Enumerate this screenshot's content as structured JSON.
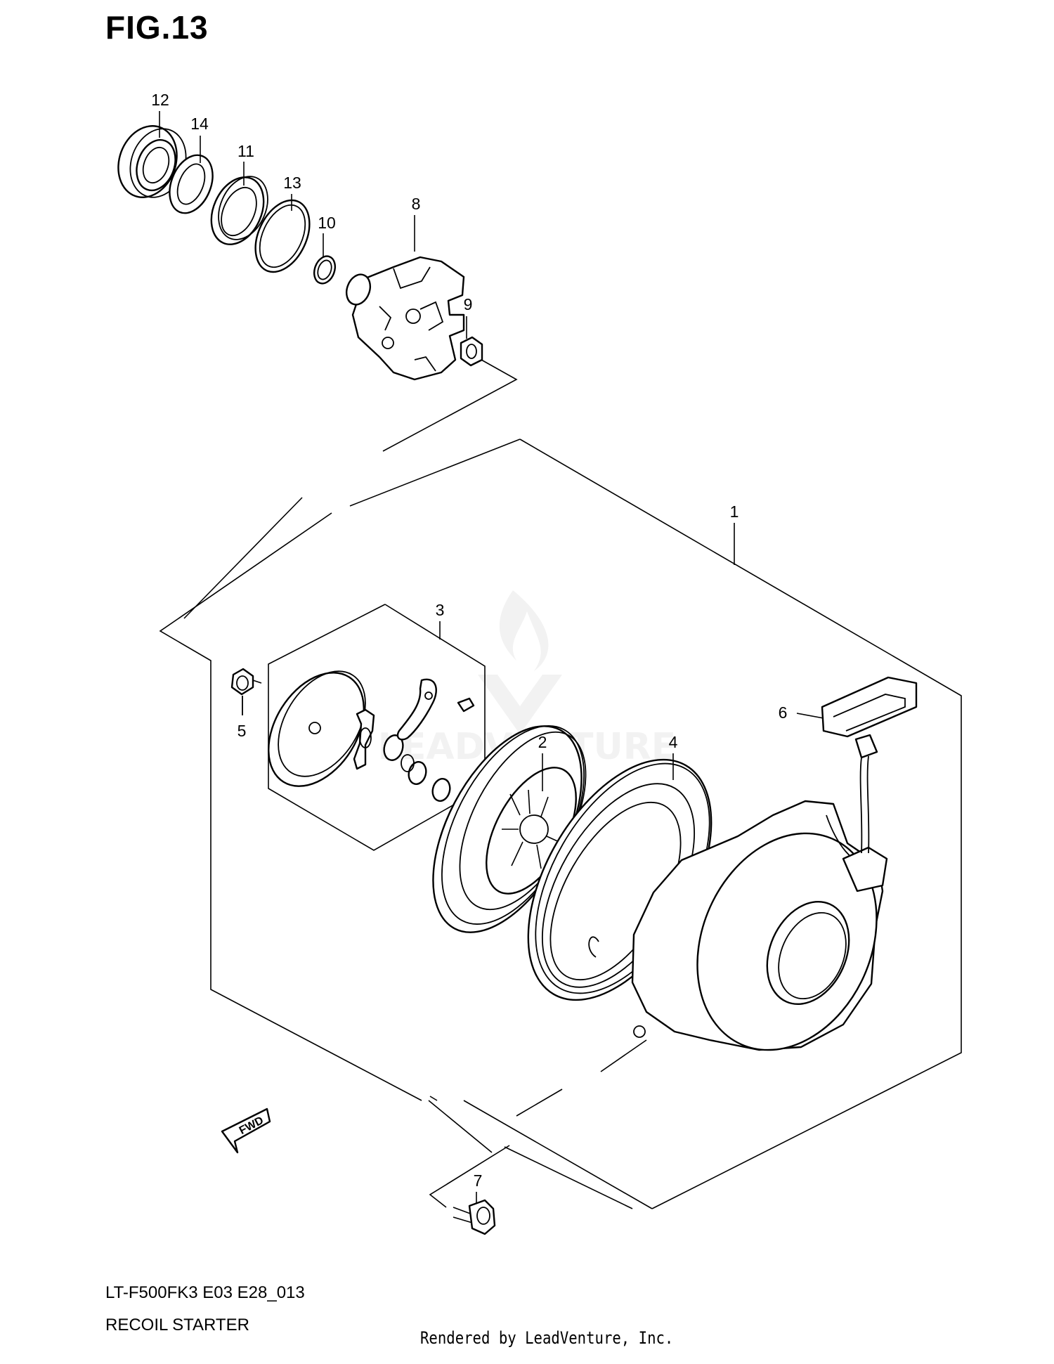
{
  "figure": {
    "title": "FIG.13"
  },
  "callouts": {
    "c1": "1",
    "c2": "2",
    "c3": "3",
    "c4": "4",
    "c5": "5",
    "c6": "6",
    "c7": "7",
    "c8": "8",
    "c9": "9",
    "c10": "10",
    "c11": "11",
    "c12": "12",
    "c13": "13",
    "c14": "14"
  },
  "labels": {
    "fwd": "FWD"
  },
  "footer": {
    "model_code": "LT-F500FK3  E03  E28_013",
    "part_name": "RECOIL STARTER",
    "credit": "Rendered by LeadVenture, Inc."
  },
  "watermark": {
    "text": "LEADVENTURE"
  },
  "colors": {
    "ink": "#000000",
    "background": "#ffffff",
    "watermark": "#9a9a9a"
  }
}
